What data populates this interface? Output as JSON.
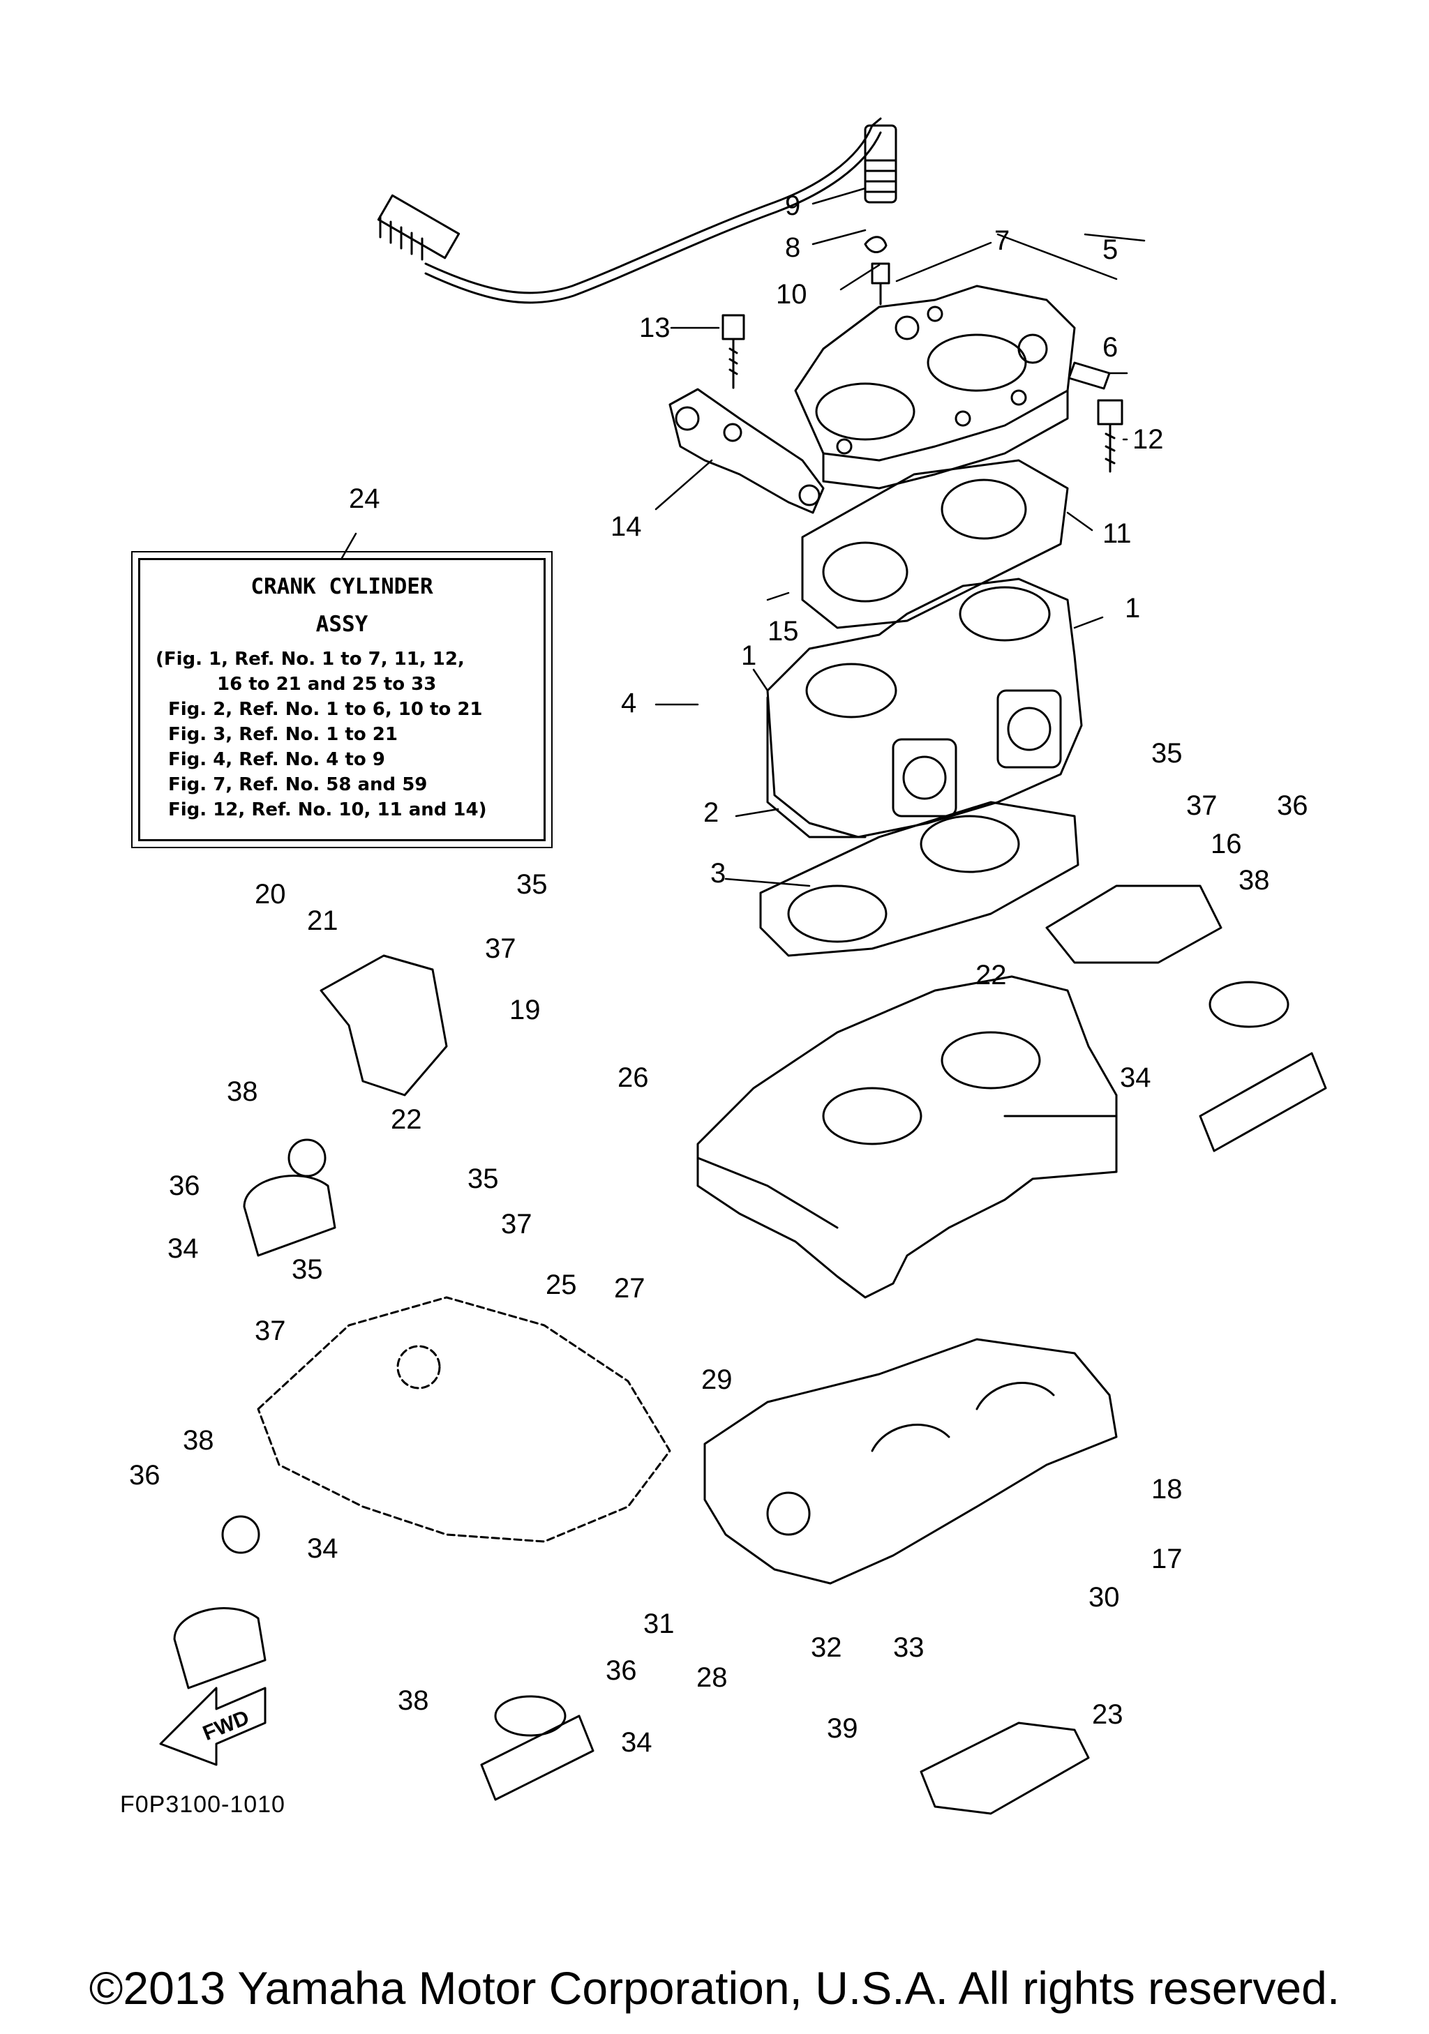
{
  "callouts": {
    "c1a": "1",
    "c1b": "1",
    "c2": "2",
    "c3": "3",
    "c4": "4",
    "c5": "5",
    "c6": "6",
    "c7": "7",
    "c8": "8",
    "c9": "9",
    "c10": "10",
    "c11": "11",
    "c12": "12",
    "c13": "13",
    "c14": "14",
    "c15": "15",
    "c16": "16",
    "c17": "17",
    "c18": "18",
    "c19": "19",
    "c20": "20",
    "c21": "21",
    "c22a": "22",
    "c22b": "22",
    "c23": "23",
    "c24": "24",
    "c25": "25",
    "c26": "26",
    "c27": "27",
    "c28": "28",
    "c29": "29",
    "c30": "30",
    "c31": "31",
    "c32": "32",
    "c33": "33",
    "c34a": "34",
    "c34b": "34",
    "c34c": "34",
    "c34d": "34",
    "c35a": "35",
    "c35b": "35",
    "c35c": "35",
    "c35d": "35",
    "c36a": "36",
    "c36b": "36",
    "c36c": "36",
    "c36d": "36",
    "c37a": "37",
    "c37b": "37",
    "c37c": "37",
    "c37d": "37",
    "c38a": "38",
    "c38b": "38",
    "c38c": "38",
    "c38d": "38",
    "c39": "39"
  },
  "notice": {
    "title_line1": "CRANK CYLINDER",
    "title_line2": "ASSY",
    "lines": [
      "(Fig. 1, Ref. No. 1 to 7, 11, 12,",
      "16 to 21 and 25 to 33",
      "Fig. 2, Ref. No. 1 to 6, 10 to 21",
      "Fig. 3, Ref. No. 1 to 21",
      "Fig. 4, Ref. No. 4 to 9",
      "Fig. 7, Ref. No. 58 and 59",
      "Fig. 12, Ref. No. 10, 11 and 14)"
    ]
  },
  "fwd_label": "FWD",
  "figure_code": "F0P3100-1010",
  "copyright": "©2013 Yamaha Motor Corporation, U.S.A. All rights reserved."
}
